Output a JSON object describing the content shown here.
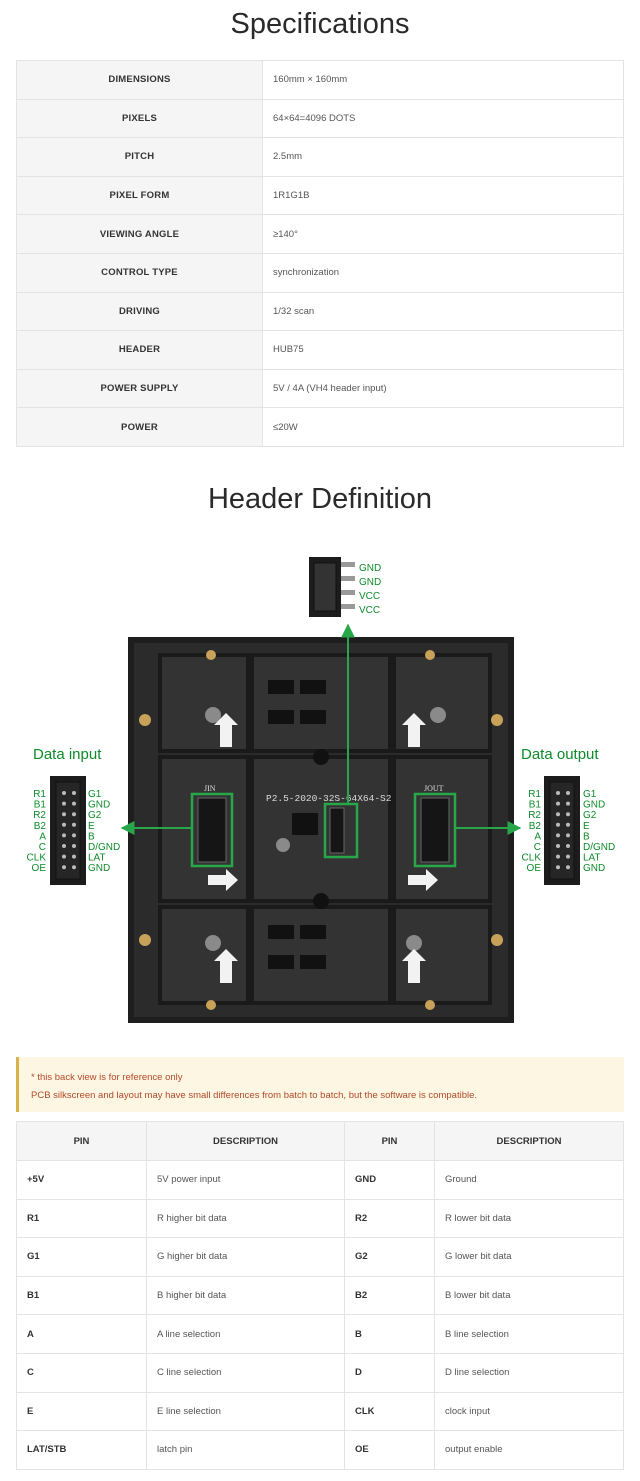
{
  "spec_title": "Specifications",
  "specs": [
    {
      "key": "DIMENSIONS",
      "value": "160mm × 160mm"
    },
    {
      "key": "PIXELS",
      "value": "64×64=4096 DOTS"
    },
    {
      "key": "PITCH",
      "value": "2.5mm"
    },
    {
      "key": "PIXEL FORM",
      "value": "1R1G1B"
    },
    {
      "key": "VIEWING ANGLE",
      "value": "≥140°"
    },
    {
      "key": "CONTROL TYPE",
      "value": "synchronization"
    },
    {
      "key": "DRIVING",
      "value": "1/32 scan"
    },
    {
      "key": "HEADER",
      "value": "HUB75"
    },
    {
      "key": "POWER SUPPLY",
      "value": "5V / 4A (VH4 header input)"
    },
    {
      "key": "POWER",
      "value": "≤20W"
    }
  ],
  "header_title": "Header Definition",
  "diagram": {
    "power_pins": [
      "GND",
      "GND",
      "VCC",
      "VCC"
    ],
    "data_input_label": "Data input",
    "data_output_label": "Data output",
    "left_pins": [
      "R1",
      "B1",
      "R2",
      "B2",
      "A",
      "C",
      "CLK",
      "OE"
    ],
    "right_pins": [
      "G1",
      "GND",
      "G2",
      "E",
      "B",
      "D/GND",
      "LAT",
      "GND"
    ],
    "board_label": "P2.5-2020-32S-64X64-S2",
    "jin_label": "JIN",
    "jout_label": "JOUT",
    "pcb_colors": {
      "board": "#2b2b2b",
      "frame": "#1a1a1a",
      "highlight": "#27a64a"
    }
  },
  "note": {
    "line1": "* this back view is for reference only",
    "line2": "PCB silkscreen and layout may have small differences from batch to batch, but the software is compatible."
  },
  "pin_table": {
    "headers": [
      "PIN",
      "DESCRIPTION",
      "PIN",
      "DESCRIPTION"
    ],
    "rows": [
      {
        "p1": "+5V",
        "d1": "5V power input",
        "p2": "GND",
        "d2": "Ground"
      },
      {
        "p1": "R1",
        "d1": "R higher bit data",
        "p2": "R2",
        "d2": "R lower bit data"
      },
      {
        "p1": "G1",
        "d1": "G higher bit data",
        "p2": "G2",
        "d2": "G lower bit data"
      },
      {
        "p1": "B1",
        "d1": "B higher bit data",
        "p2": "B2",
        "d2": "B lower bit data"
      },
      {
        "p1": "A",
        "d1": "A line selection",
        "p2": "B",
        "d2": "B line selection"
      },
      {
        "p1": "C",
        "d1": "C line selection",
        "p2": "D",
        "d2": "D line selection"
      },
      {
        "p1": "E",
        "d1": "E line selection",
        "p2": "CLK",
        "d2": "clock input"
      },
      {
        "p1": "LAT/STB",
        "d1": "latch pin",
        "p2": "OE",
        "d2": "output enable"
      }
    ]
  }
}
